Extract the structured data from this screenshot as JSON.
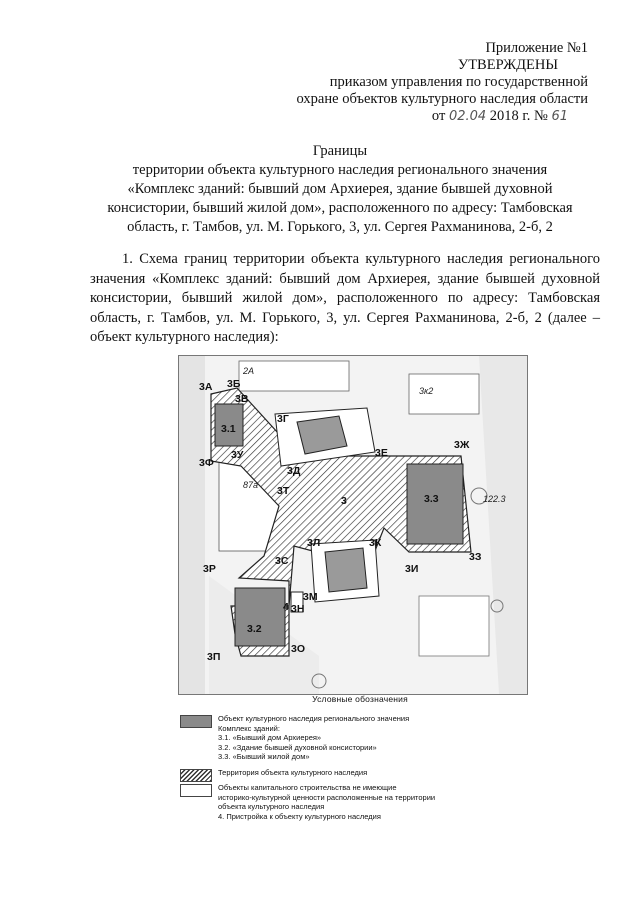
{
  "appendix": {
    "label": "Приложение №1",
    "approved": "УТВЕРЖДЕНЫ",
    "order_line1": "приказом управления по государственной",
    "order_line2": "охране объектов культурного наследия области",
    "date_prefix": "от",
    "date_handwritten": "02.04",
    "date_suffix": "2018 г. №",
    "number_handwritten": "61"
  },
  "title": {
    "line1": "Границы",
    "line2": "территории объекта культурного наследия регионального значения",
    "line3": "«Комплекс зданий: бывший дом Архиерея, здание бывшей духовной",
    "line4": "консистории, бывший жилой дом», расположенного по адресу: Тамбовская",
    "line5": "область, г. Тамбов, ул. М. Горького, 3, ул. Сергея Рахманинова, 2-б, 2"
  },
  "paragraph": {
    "number": "1.",
    "text": "Схема границ территории объекта культурного наследия регионального значения «Комплекс зданий: бывший дом Архиерея, здание бывшей духовной консистории, бывший жилой дом», расположенного по адресу: Тамбовская область, г. Тамбов, ул. М. Горького, 3, ул. Сергея Рахманинова, 2-б, 2 (далее – объект культурного наследия):"
  },
  "map": {
    "points": [
      "3А",
      "3Б",
      "3В",
      "3Г",
      "3Е",
      "3Ж",
      "3Ф",
      "3У",
      "3Д",
      "3Т",
      "3Л",
      "3К",
      "3И",
      "3З",
      "3Р",
      "3С",
      "3М",
      "3Н",
      "3О",
      "3П"
    ],
    "objects": [
      "3.1",
      "3.2",
      "3.3",
      "3",
      "4"
    ],
    "building_numbers": [
      "2А",
      "3к2",
      "87а",
      "122.3"
    ]
  },
  "legend": {
    "title": "Условные обозначения",
    "item1_title": "Объект культурного наследия регионального значения",
    "item1_sub": "Комплекс зданий:",
    "item1_a": "3.1. «Бывший дом Архиерея»",
    "item1_b": "3.2. «Здание бывшей духовной консистории»",
    "item1_c": "3.3. «Бывший жилой дом»",
    "item2": "Территория объекта культурного наследия",
    "item3_line1": "Объекты капитального строительства не имеющие",
    "item3_line2": "историко-культурной ценности расположенные на территории",
    "item3_line3": "объекта культурного наследия",
    "item4": "4. Пристройка к объекту культурного наследия"
  },
  "colors": {
    "object_fill": "#8a8a8a",
    "hatch": "#333333",
    "line": "#222222"
  }
}
